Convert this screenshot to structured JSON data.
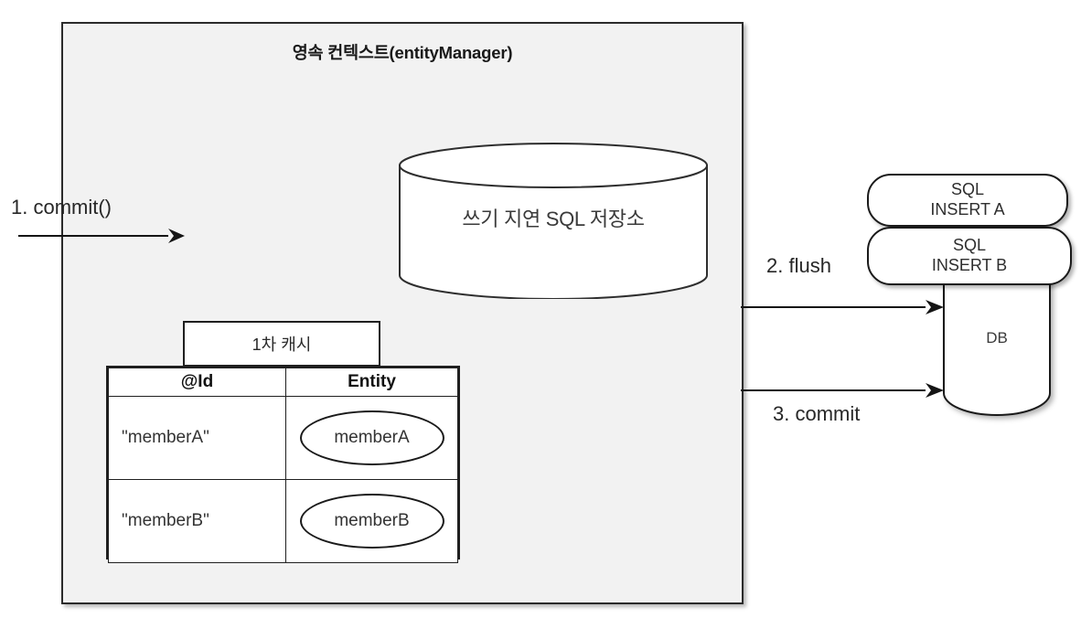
{
  "diagram": {
    "title": "영속 컨텍스트(entityManager)",
    "persistence_context": {
      "label": "영속 컨텍스트(entityManager)",
      "write_behind_store": {
        "label": "쓰기 지연 SQL 저장소",
        "shape": "cylinder"
      },
      "first_level_cache": {
        "label": "1차 캐시",
        "columns": [
          "@Id",
          "Entity"
        ],
        "rows": [
          {
            "id": "\"memberA\"",
            "entity": "memberA"
          },
          {
            "id": "\"memberB\"",
            "entity": "memberB"
          }
        ]
      }
    },
    "sql_statements": [
      {
        "line1": "SQL",
        "line2": "INSERT A"
      },
      {
        "line1": "SQL",
        "line2": "INSERT B"
      }
    ],
    "database": {
      "label": "DB",
      "shape": "cylinder"
    },
    "flows": [
      {
        "step": "1",
        "label": "1. commit()",
        "direction": "into-persistence-context"
      },
      {
        "step": "2",
        "label": "2. flush",
        "direction": "to-database"
      },
      {
        "step": "3",
        "label": "3. commit",
        "direction": "to-database"
      }
    ],
    "colors": {
      "context_fill": "#f2f2f2",
      "context_border": "#2b2b2b",
      "shape_border": "#1a1a1a",
      "shape_fill": "#ffffff",
      "text": "#2e2e2e",
      "background": "#ffffff"
    }
  }
}
